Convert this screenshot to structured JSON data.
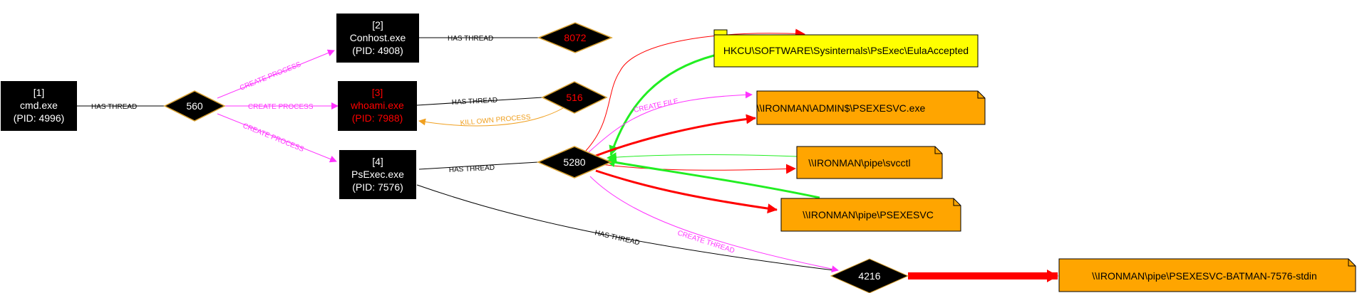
{
  "colors": {
    "process_fill": "#000000",
    "process_text": "#ffffff",
    "process_text_alert": "#ff0000",
    "thread_fill": "#000000",
    "thread_border": "#d8a030",
    "registry_fill": "#ffff00",
    "file_fill": "#ffa500",
    "create_process": "#ff33ff",
    "kill_process": "#f0a020",
    "red_edge": "#ff0000",
    "green_edge": "#22ee22",
    "black_edge": "#000000"
  },
  "processes": [
    {
      "id": "p1",
      "line1": "[1]",
      "line2": "cmd.exe",
      "line3": "(PID: 4996)",
      "alert": false
    },
    {
      "id": "p2",
      "line1": "[2]",
      "line2": "Conhost.exe",
      "line3": "(PID: 4908)",
      "alert": false
    },
    {
      "id": "p3",
      "line1": "[3]",
      "line2": "whoami.exe",
      "line3": "(PID: 7988)",
      "alert": true
    },
    {
      "id": "p4",
      "line1": "[4]",
      "line2": "PsExec.exe",
      "line3": "(PID: 7576)",
      "alert": false
    }
  ],
  "threads": [
    {
      "id": "t560",
      "label": "560",
      "alert": false
    },
    {
      "id": "t8072",
      "label": "8072",
      "alert": true
    },
    {
      "id": "t516",
      "label": "516",
      "alert": true
    },
    {
      "id": "t5280",
      "label": "5280",
      "alert": false
    },
    {
      "id": "t4216",
      "label": "4216",
      "alert": false
    }
  ],
  "resources": [
    {
      "id": "r_reg",
      "kind": "registry",
      "label": "HKCU\\SOFTWARE\\Sysinternals\\PsExec\\EulaAccepted"
    },
    {
      "id": "r_exe",
      "kind": "file",
      "label": "\\\\IRONMAN\\ADMIN$\\PSEXESVC.exe"
    },
    {
      "id": "r_svcctl",
      "kind": "file",
      "label": "\\\\IRONMAN\\pipe\\svcctl"
    },
    {
      "id": "r_psexesvc",
      "kind": "file",
      "label": "\\\\IRONMAN\\pipe\\PSEXESVC"
    },
    {
      "id": "r_stdin",
      "kind": "file",
      "label": "\\\\IRONMAN\\pipe\\PSEXESVC-BATMAN-7576-stdin"
    }
  ],
  "edge_labels": {
    "has_thread": "HAS THREAD",
    "create_process": "CREATE PROCESS",
    "kill_own_process": "KILL OWN PROCESS",
    "create_file": "CREATE FILE",
    "create_thread": "CREATE THREAD"
  }
}
